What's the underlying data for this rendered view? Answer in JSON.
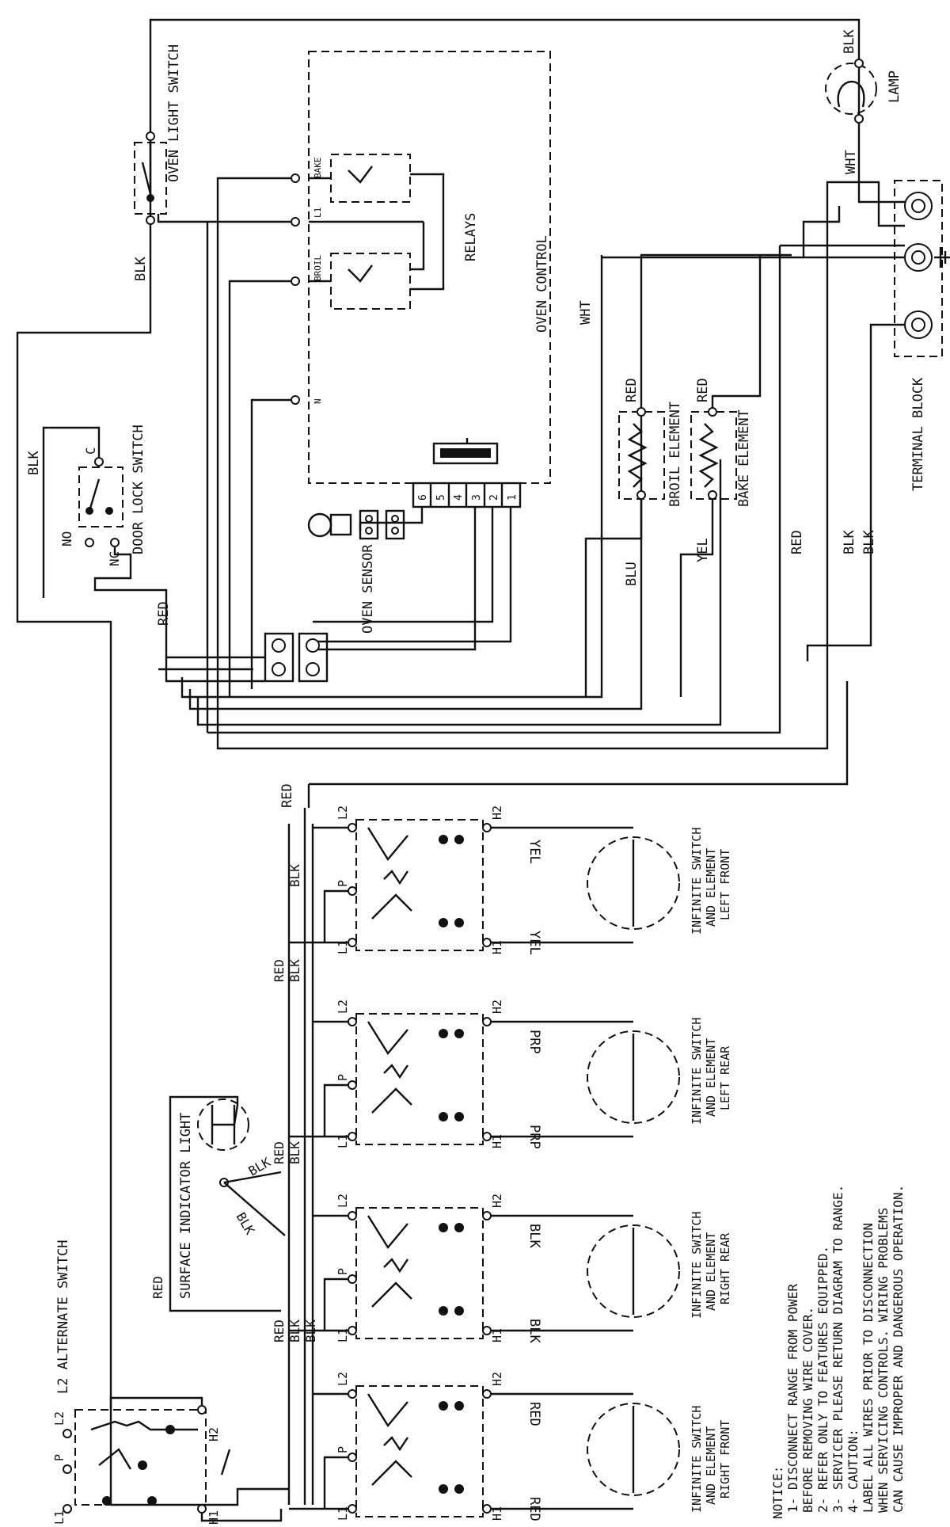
{
  "labels": {
    "blk": "BLK",
    "red": "RED",
    "wht": "WHT",
    "yel": "YEL",
    "blu": "BLU",
    "prp": "PRP",
    "l1": "L1",
    "l2": "L2",
    "h1": "H1",
    "h2": "H2",
    "p": "P",
    "n": "N",
    "bake": "BAKE",
    "broil": "BROIL",
    "c": "C",
    "no": "NO",
    "nc": "NC",
    "pins": [
      "6",
      "5",
      "4",
      "3",
      "2",
      "1"
    ]
  },
  "components": {
    "oven_light_switch": "OVEN LIGHT SWITCH",
    "lamp": "LAMP",
    "oven_control": "OVEN CONTROL",
    "relays": "RELAYS",
    "door_lock_switch": "DOOR LOCK SWITCH",
    "oven_sensor": "OVEN SENSOR",
    "broil_element": "BROIL ELEMENT",
    "bake_element": "BAKE ELEMENT",
    "terminal_block": "TERMINAL BLOCK",
    "alternate_switch": "L2 ALTERNATE SWITCH",
    "surface_indicator_light": "SURFACE INDICATOR LIGHT",
    "left_front": [
      "INFINITE SWITCH",
      "AND ELEMENT",
      "LEFT FRONT"
    ],
    "left_rear": [
      "INFINITE SWITCH",
      "AND ELEMENT",
      "LEFT REAR"
    ],
    "right_rear": [
      "INFINITE SWITCH",
      "AND ELEMENT",
      "RIGHT REAR"
    ],
    "right_front": [
      "INFINITE SWITCH",
      "AND ELEMENT",
      "RIGHT FRONT"
    ]
  },
  "notice": [
    "NOTICE:",
    "1- DISCONNECT RANGE FROM POWER",
    "   BEFORE REMOVING WIRE COVER.",
    "2- REFER ONLY TO FEATURES EQUIPPED.",
    "3- SERVICER PLEASE RETURN DIAGRAM TO RANGE.",
    "4- CAUTION:",
    "   LABEL ALL WIRES PRIOR TO DISCONNECTION",
    "   WHEN SERVICING CONTROLS. WIRING PROBLEMS",
    "   CAN CAUSE IMPROPER AND DANGEROUS OPERATION."
  ]
}
